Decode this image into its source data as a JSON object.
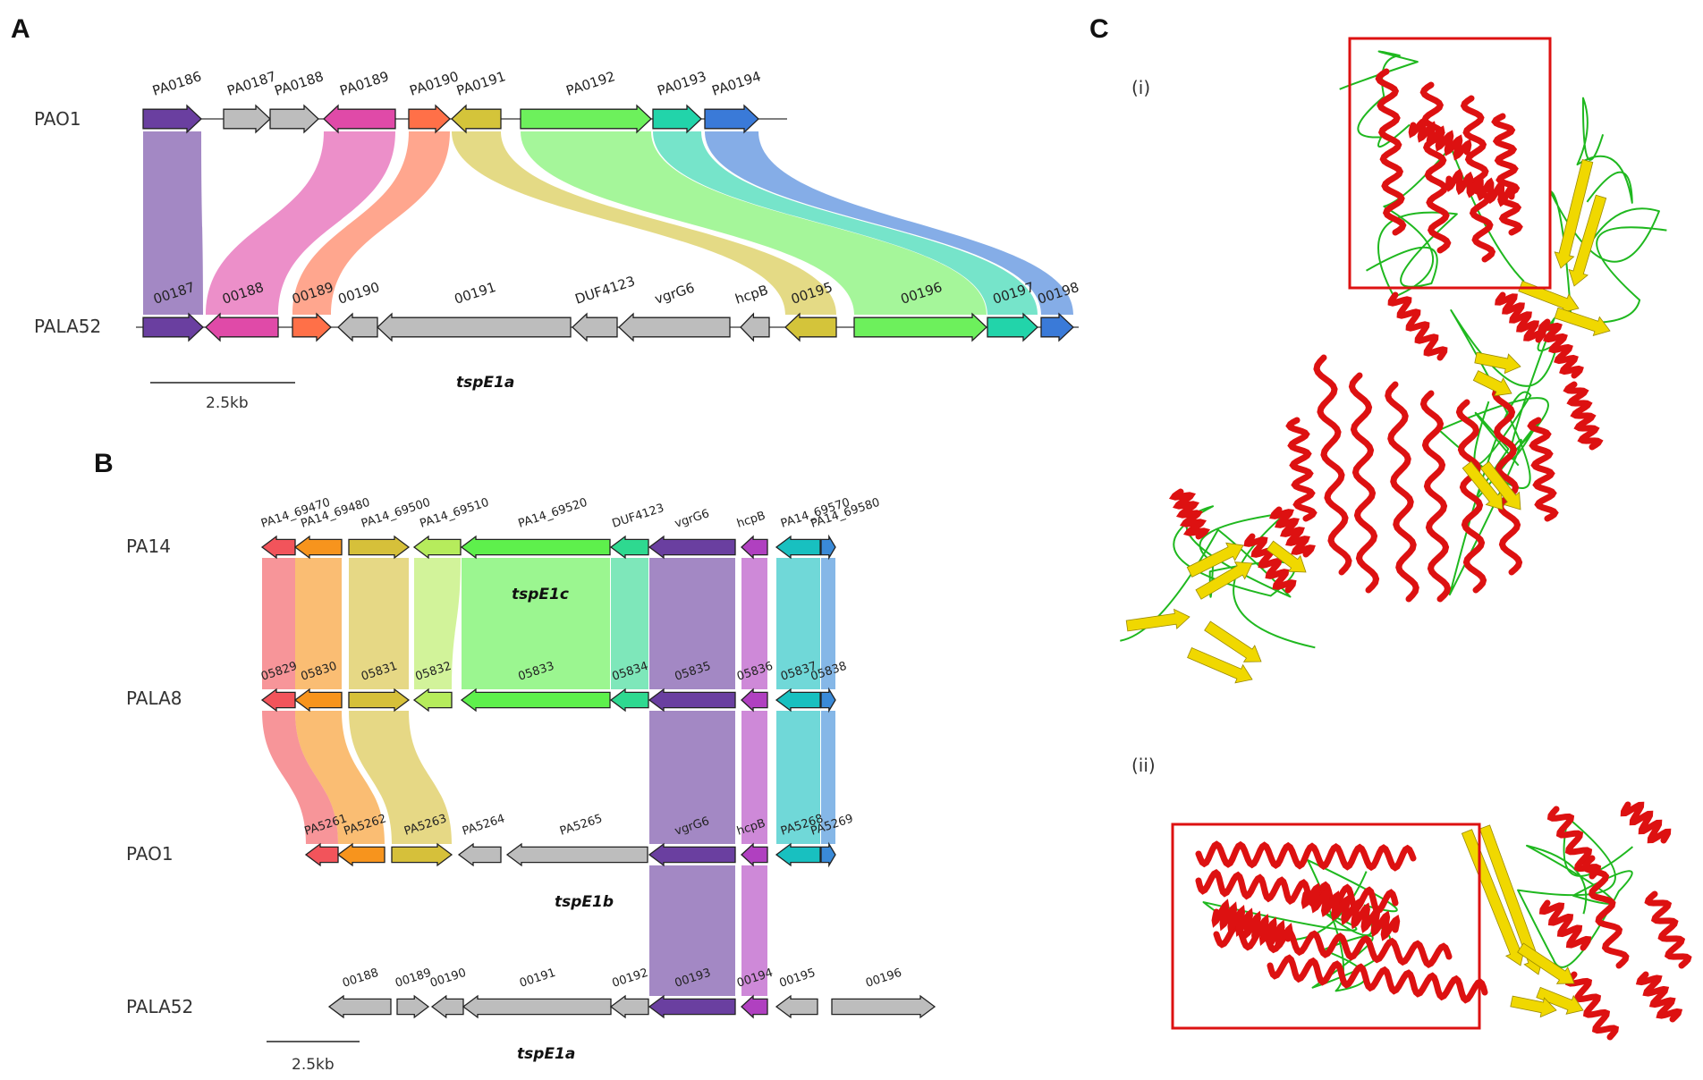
{
  "panels": {
    "a": {
      "letter": "A"
    },
    "b": {
      "letter": "B"
    },
    "c": {
      "letter": "C",
      "sub_i": "(i)",
      "sub_ii": "(ii)"
    }
  },
  "panel_a": {
    "tracks": [
      {
        "name": "PAO1",
        "genes": [
          {
            "label": "PA0186",
            "color": "#6a3fa0",
            "dir": "right"
          },
          {
            "label": "PA0187",
            "color": "#bdbdbd",
            "dir": "right"
          },
          {
            "label": "PA0188",
            "color": "#bdbdbd",
            "dir": "right"
          },
          {
            "label": "PA0189",
            "color": "#e04aa8",
            "dir": "left"
          },
          {
            "label": "PA0190",
            "color": "#ff7048",
            "dir": "right"
          },
          {
            "label": "PA0191",
            "color": "#d4c43a",
            "dir": "left"
          },
          {
            "label": "PA0192",
            "color": "#6df05c",
            "dir": "right"
          },
          {
            "label": "PA0193",
            "color": "#22d4aa",
            "dir": "right"
          },
          {
            "label": "PA0194",
            "color": "#3a7ad8",
            "dir": "right"
          }
        ]
      },
      {
        "name": "PALA52",
        "genes": [
          {
            "label": "00187",
            "color": "#6a3fa0",
            "dir": "right"
          },
          {
            "label": "00188",
            "color": "#e04aa8",
            "dir": "left"
          },
          {
            "label": "00189",
            "color": "#ff7048",
            "dir": "right"
          },
          {
            "label": "00190",
            "color": "#bdbdbd",
            "dir": "left"
          },
          {
            "label": "00191",
            "color": "#bdbdbd",
            "dir": "left"
          },
          {
            "label": "DUF4123",
            "color": "#bdbdbd",
            "dir": "left"
          },
          {
            "label": "vgrG6",
            "color": "#bdbdbd",
            "dir": "left"
          },
          {
            "label": "hcpB",
            "color": "#bdbdbd",
            "dir": "left"
          },
          {
            "label": "00195",
            "color": "#d4c43a",
            "dir": "left"
          },
          {
            "label": "00196",
            "color": "#6df05c",
            "dir": "right"
          },
          {
            "label": "00197",
            "color": "#22d4aa",
            "dir": "right"
          },
          {
            "label": "00198",
            "color": "#3a7ad8",
            "dir": "right"
          }
        ]
      }
    ],
    "operon_label": "tspE1a",
    "scale": "2.5kb"
  },
  "panel_b": {
    "tracks": [
      {
        "name": "PA14",
        "genes": [
          {
            "label": "PA14_69470",
            "color": "#f2545b",
            "dir": "left"
          },
          {
            "label": "PA14_69480",
            "color": "#f7941d",
            "dir": "left"
          },
          {
            "label": "PA14_69500",
            "color": "#d6c03a",
            "dir": "right"
          },
          {
            "label": "PA14_69510",
            "color": "#b6ec5c",
            "dir": "left"
          },
          {
            "label": "PA14_69520",
            "color": "#5ef04c",
            "dir": "left"
          },
          {
            "label": "DUF4123",
            "color": "#2ed990",
            "dir": "left"
          },
          {
            "label": "vgrG6",
            "color": "#6a3fa0",
            "dir": "left"
          },
          {
            "label": "hcpB",
            "color": "#b040c0",
            "dir": "left"
          },
          {
            "label": "PA14_69570",
            "color": "#18c0c0",
            "dir": "left"
          },
          {
            "label": "PA14_69580",
            "color": "#3a8ad8",
            "dir": "right"
          }
        ]
      },
      {
        "name": "PALA8",
        "genes": [
          {
            "label": "05829",
            "color": "#f2545b",
            "dir": "left"
          },
          {
            "label": "05830",
            "color": "#f7941d",
            "dir": "left"
          },
          {
            "label": "05831",
            "color": "#d6c03a",
            "dir": "right"
          },
          {
            "label": "05832",
            "color": "#b6ec5c",
            "dir": "left"
          },
          {
            "label": "05833",
            "color": "#5ef04c",
            "dir": "left"
          },
          {
            "label": "05834",
            "color": "#2ed990",
            "dir": "left"
          },
          {
            "label": "05835",
            "color": "#6a3fa0",
            "dir": "left"
          },
          {
            "label": "05836",
            "color": "#b040c0",
            "dir": "left"
          },
          {
            "label": "05837",
            "color": "#18c0c0",
            "dir": "left"
          },
          {
            "label": "05838",
            "color": "#3a8ad8",
            "dir": "right"
          }
        ]
      },
      {
        "name": "PAO1",
        "genes": [
          {
            "label": "PA5261",
            "color": "#f2545b",
            "dir": "left"
          },
          {
            "label": "PA5262",
            "color": "#f7941d",
            "dir": "left"
          },
          {
            "label": "PA5263",
            "color": "#d6c03a",
            "dir": "right"
          },
          {
            "label": "PA5264",
            "color": "#bdbdbd",
            "dir": "left"
          },
          {
            "label": "PA5265",
            "color": "#bdbdbd",
            "dir": "left"
          },
          {
            "label": "vgrG6",
            "color": "#6a3fa0",
            "dir": "left"
          },
          {
            "label": "hcpB",
            "color": "#b040c0",
            "dir": "left"
          },
          {
            "label": "PA5268",
            "color": "#18c0c0",
            "dir": "left"
          },
          {
            "label": "PA5269",
            "color": "#3a8ad8",
            "dir": "right"
          }
        ]
      },
      {
        "name": "PALA52",
        "genes": [
          {
            "label": "00188",
            "color": "#bdbdbd",
            "dir": "left"
          },
          {
            "label": "00189",
            "color": "#bdbdbd",
            "dir": "right"
          },
          {
            "label": "00190",
            "color": "#bdbdbd",
            "dir": "left"
          },
          {
            "label": "00191",
            "color": "#bdbdbd",
            "dir": "left"
          },
          {
            "label": "00192",
            "color": "#bdbdbd",
            "dir": "left"
          },
          {
            "label": "00193",
            "color": "#6a3fa0",
            "dir": "left"
          },
          {
            "label": "00194",
            "color": "#b040c0",
            "dir": "left"
          },
          {
            "label": "00195",
            "color": "#bdbdbd",
            "dir": "left"
          },
          {
            "label": "00196",
            "color": "#bdbdbd",
            "dir": "right"
          }
        ]
      }
    ],
    "operon_labels": [
      "tspE1c",
      "tspE1b",
      "tspE1a"
    ],
    "scale": "2.5kb"
  },
  "colors": {
    "helix": "#dd1111",
    "sheet": "#f0d800",
    "loop": "#1fb81f",
    "box": "#dd1111"
  }
}
